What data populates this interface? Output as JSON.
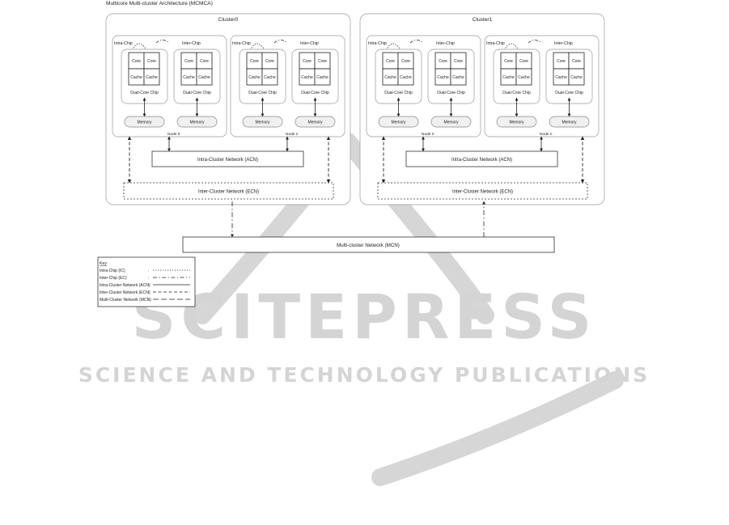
{
  "diagram_title": "Multicore Multi-cluster Architecture (MCMCA)",
  "clusters": [
    {
      "name": "Cluster0",
      "nodes": [
        {
          "label": "Node 0",
          "chips": [
            {
              "top_label": "Intra-Chip",
              "chip_label": "Dual-Core Chip",
              "cells": [
                "Core",
                "Core",
                "Cache",
                "Cache"
              ]
            },
            {
              "top_label": "Inter-Chip",
              "chip_label": "Dual-Core Chip",
              "cells": [
                "Core",
                "Core",
                "Cache",
                "Cache"
              ]
            }
          ],
          "memory": [
            "Memory",
            "Memory"
          ]
        },
        {
          "label": "Node n",
          "chips": [
            {
              "top_label": "Intra-Chip",
              "chip_label": "Dual-Core Chip",
              "cells": [
                "Core",
                "Core",
                "Cache",
                "Cache"
              ]
            },
            {
              "top_label": "Inter-Chip",
              "chip_label": "Dual-Core Chip",
              "cells": [
                "Core",
                "Core",
                "Cache",
                "Cache"
              ]
            }
          ],
          "memory": [
            "Memory",
            "Memory"
          ]
        }
      ],
      "acn_label": "Intra-Cluster Network (ACN)",
      "ecn_label": "Inter-Cluster Network (ECN)"
    },
    {
      "name": "Cluster1",
      "nodes": [
        {
          "label": "Node 0",
          "chips": [
            {
              "top_label": "Intra-Chip",
              "chip_label": "Dual-Core Chip",
              "cells": [
                "Core",
                "Core",
                "Cache",
                "Cache"
              ]
            },
            {
              "top_label": "Inter-Chip",
              "chip_label": "Dual-Core Chip",
              "cells": [
                "Core",
                "Core",
                "Cache",
                "Cache"
              ]
            }
          ],
          "memory": [
            "Memory",
            "Memory"
          ]
        },
        {
          "label": "Node n",
          "chips": [
            {
              "top_label": "Intra-Chip",
              "chip_label": "Dual-Core Chip",
              "cells": [
                "Core",
                "Core",
                "Cache",
                "Cache"
              ]
            },
            {
              "top_label": "Inter-Chip",
              "chip_label": "Dual-Core Chip",
              "cells": [
                "Core",
                "Core",
                "Cache",
                "Cache"
              ]
            }
          ],
          "memory": [
            "Memory",
            "Memory"
          ]
        }
      ],
      "acn_label": "Intra-Cluster Network (ACN)",
      "ecn_label": "Inter-Cluster Network (ECN)"
    }
  ],
  "mcn_label": "Multi-cluster Network (MCN)",
  "key": {
    "title": "Key",
    "items": [
      {
        "label": "Intra-Chip (IC)",
        "style": "dotted"
      },
      {
        "label": "Inter-Chip (EC)",
        "style": "dash-dot"
      },
      {
        "label": "Intra-Cluster Network (ACN)",
        "style": "solid"
      },
      {
        "label": "Inter-Cluster Network (ECN)",
        "style": "dashed"
      },
      {
        "label": "Multi-Cluster Network (MCN)",
        "style": "long-dash"
      }
    ]
  },
  "watermark": {
    "line1": "SCITEPRESS",
    "line2": "SCIENCE AND TECHNOLOGY PUBLICATIONS",
    "color": "#cfcfcf"
  },
  "colors": {
    "line": "#222222",
    "box_border": "#333333",
    "memory_fill": "#f0f0f0"
  }
}
